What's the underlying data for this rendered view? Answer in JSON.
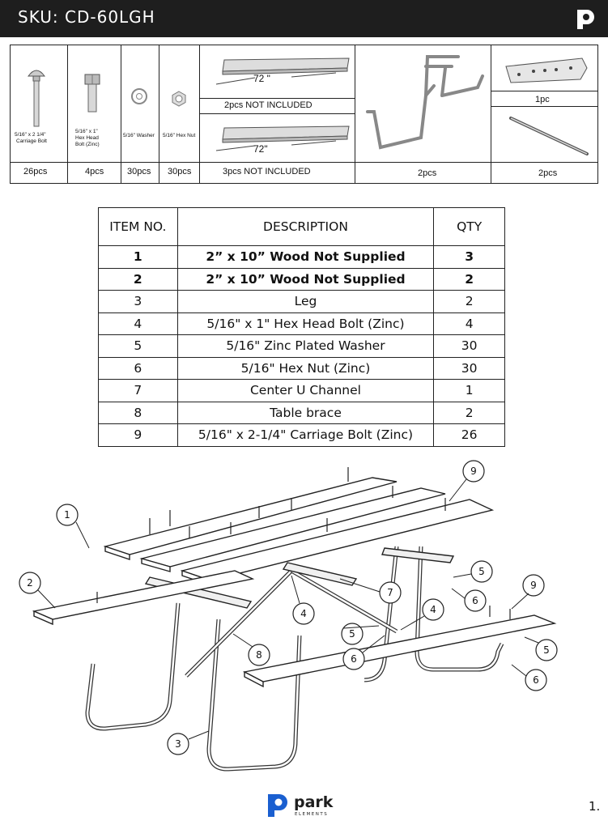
{
  "header": {
    "sku": "SKU:  CD-60LGH",
    "logo_icon": "park-elements-p-icon"
  },
  "parts": {
    "labels": {
      "carriage_bolt": [
        "5/16\" x 2 1/4\"",
        "Carriage Bolt"
      ],
      "hex_bolt": [
        "5/16\" x 1\"",
        "Hex Head",
        "Bolt (Zinc)"
      ],
      "washer": "5/16\" Washer",
      "hex_nut": "5/16\" Hex Nut",
      "board_length_a": "72 \"",
      "board_length_b": "72\"",
      "board_a_qty": "2pcs     NOT INCLUDED",
      "board_b_qty": "3pcs     NOT INCLUDED",
      "center_channel_qty": "1pc"
    },
    "quantities": {
      "carriage_bolt": "26pcs",
      "hex_bolt": "4pcs",
      "washer": "30pcs",
      "hex_nut": "30pcs",
      "legs": "2pcs",
      "brace": "2pcs"
    }
  },
  "items_table": {
    "headers": [
      "ITEM NO.",
      "DESCRIPTION",
      "QTY"
    ],
    "rows": [
      {
        "no": "1",
        "desc": "2” x 10” Wood Not Supplied",
        "qty": "3"
      },
      {
        "no": "2",
        "desc": "2” x 10” Wood Not Supplied",
        "qty": "2"
      },
      {
        "no": "3",
        "desc": "Leg",
        "qty": "2"
      },
      {
        "no": "4",
        "desc": "5/16\" x 1\" Hex Head Bolt (Zinc)",
        "qty": "4"
      },
      {
        "no": "5",
        "desc": "5/16\" Zinc Plated Washer",
        "qty": "30"
      },
      {
        "no": "6",
        "desc": "5/16\" Hex Nut (Zinc)",
        "qty": "30"
      },
      {
        "no": "7",
        "desc": "Center U Channel",
        "qty": "1"
      },
      {
        "no": "8",
        "desc": "Table brace",
        "qty": "2"
      },
      {
        "no": "9",
        "desc": "5/16\" x 2-1/4\" Carriage Bolt (Zinc)",
        "qty": "26"
      }
    ]
  },
  "callouts": {
    "c1": "1",
    "c2": "2",
    "c3": "3",
    "c4a": "4",
    "c4b": "4",
    "c5a": "5",
    "c5b": "5",
    "c5c": "5",
    "c6a": "6",
    "c6b": "6",
    "c6c": "6",
    "c7": "7",
    "c8": "8",
    "c9a": "9",
    "c9b": "9"
  },
  "footer": {
    "brand": "park",
    "brand_sub": "ELEMENTS",
    "page": "1."
  }
}
